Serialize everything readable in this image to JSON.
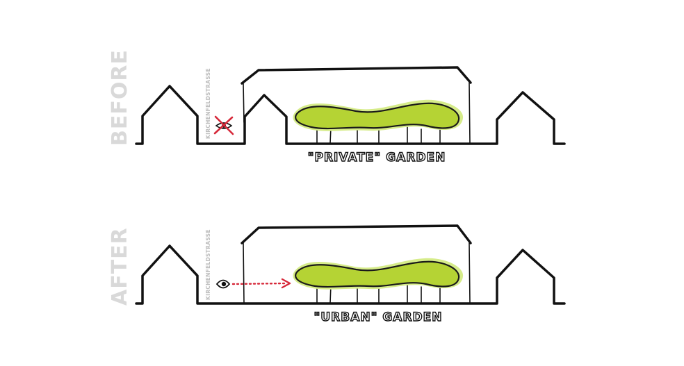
{
  "before": {
    "state_label": "BEFORE",
    "street_label": "KIRCHENFELDSTRASSE",
    "garden_label": "\"PRIVATE\" GARDEN"
  },
  "after": {
    "state_label": "AFTER",
    "street_label": "KIRCHENFELDSTRASSE",
    "garden_label": "\"URBAN\" GARDEN"
  },
  "colors": {
    "canopy_fill": "#b5d334",
    "canopy_halo": "#d6ec8a",
    "arrow": "#d62839",
    "blocked_cross": "#d62839",
    "state_label": "#d9d9d9"
  },
  "icons": {
    "before_view": "blocked-eye-icon",
    "after_view": "eye-icon"
  }
}
